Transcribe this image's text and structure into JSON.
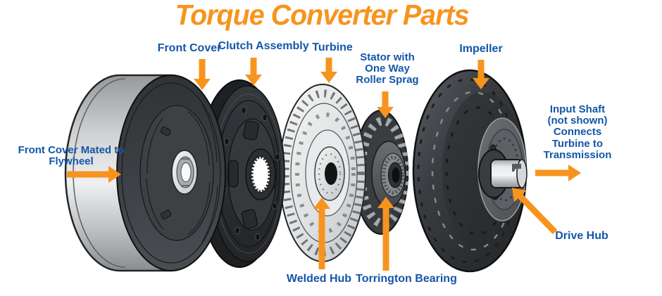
{
  "title": "Torque Converter Parts",
  "colors": {
    "accent_orange": "#F7941E",
    "label_blue": "#1456A8"
  },
  "labels": {
    "front_cover": "Front Cover",
    "clutch_assembly": "Clutch Assembly",
    "turbine": "Turbine",
    "stator": "Stator with\nOne Way\nRoller Sprag",
    "impeller": "Impeller",
    "flywheel": "Front Cover Mated to\nFlywheel",
    "input_shaft": "Input Shaft\n(not shown)\nConnects\nTurbine to\nTransmission",
    "welded_hub": "Welded Hub",
    "torrington_bearing": "Torrington Bearing",
    "drive_hub": "Drive Hub"
  }
}
